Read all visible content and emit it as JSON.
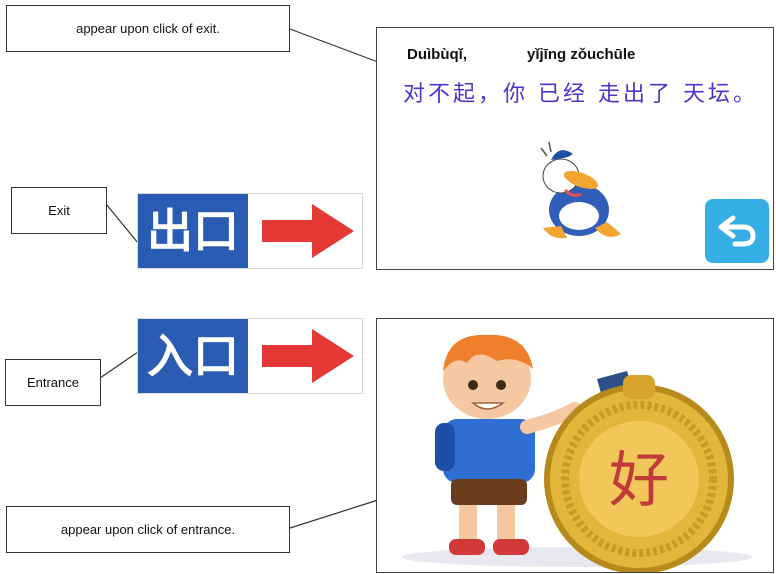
{
  "callouts": {
    "exit_popup_note": "appear upon click of exit.",
    "exit_label": "Exit",
    "entrance_label": "Entrance",
    "entrance_popup_note": "appear upon click of entrance."
  },
  "signs": {
    "exit": {
      "text": "出口",
      "arrow_color": "#e53935",
      "panel_color": "#2a5cb3"
    },
    "entrance": {
      "text": "入口",
      "arrow_color": "#e53935",
      "panel_color": "#2a5cb3"
    }
  },
  "exit_popup": {
    "pinyin_part1": "Duìbùqǐ,",
    "pinyin_part2": "yǐjīng zǒuchūle",
    "chinese": "对不起，你 已经 走出了  天坛。",
    "character_icon": "donald-duck-sad-icon",
    "back_button_icon": "return-arrow-icon",
    "back_button_color": "#35aee5"
  },
  "entrance_popup": {
    "medal_character": "好",
    "illustration_icon": "boy-with-gold-medal-icon",
    "medal_color": "#e2b63a"
  }
}
